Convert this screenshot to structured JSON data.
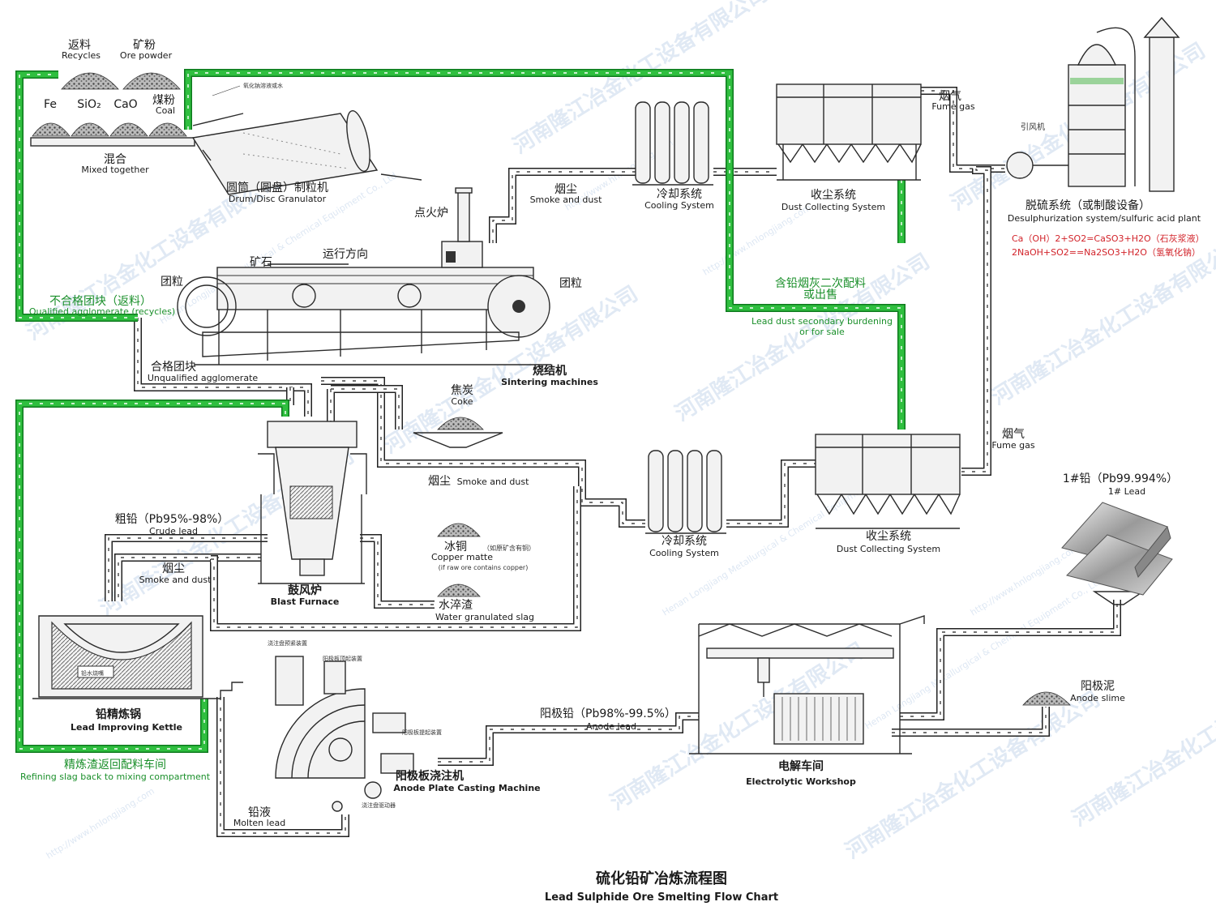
{
  "title": {
    "cn": "硫化铅矿冶炼流程图",
    "en": "Lead Sulphide Ore Smelting Flow Chart"
  },
  "labels": {
    "recycles": {
      "cn": "返料",
      "en": "Recycles"
    },
    "ore_powder": {
      "cn": "矿粉",
      "en": "Ore powder"
    },
    "fe": "Fe",
    "sio2": "SiO₂",
    "cao": "CaO",
    "coal": {
      "cn": "煤粉",
      "en": "Coal"
    },
    "mixed": {
      "cn": "混合",
      "en": "Mixed together"
    },
    "granulator": {
      "cn": "圆筒（圆盘）制粒机",
      "en": "Drum/Disc Granulator"
    },
    "water_note": "氧化钠溶液或水",
    "smoke1": {
      "cn": "烟尘",
      "en": "Smoke and dust"
    },
    "ignition": "点火炉",
    "direction": "运行方向",
    "ore": "矿石",
    "pellet_left": "团粒",
    "pellet_right": "团粒",
    "sintering": {
      "cn": "烧结机",
      "en": "Sintering machines"
    },
    "unqualified_recycle": {
      "cn": "不合格团块（返料）",
      "en": "Qualified agglomerate (recycles)"
    },
    "qualified": {
      "cn": "合格团块",
      "en": "Unqualified agglomerate"
    },
    "cooling1": {
      "cn": "冷却系统",
      "en": "Cooling System"
    },
    "dust1": {
      "cn": "收尘系统",
      "en": "Dust Collecting System"
    },
    "fume1": {
      "cn": "烟气",
      "en": "Fume gas"
    },
    "fan": "引风机",
    "desulf": {
      "cn": "脱硫系统（或制酸设备）",
      "en": "Desulphurization system/sulfuric acid plant"
    },
    "eq1": "Ca（OH）2+SO2=CaSO3+H2O（石灰浆液）",
    "eq2": "2NaOH+SO2==Na2SO3+H2O（氢氧化钠）",
    "lead_dust": {
      "cn1": "含铅烟灰二次配料",
      "cn2": "或出售",
      "en1": "Lead dust secondary burdening",
      "en2": "or for sale"
    },
    "coke": {
      "cn": "焦炭",
      "en": "Coke"
    },
    "smoke2": {
      "cn": "烟尘",
      "en": "Smoke and dust"
    },
    "cooling2": {
      "cn": "冷却系统",
      "en": "Cooling System"
    },
    "dust2": {
      "cn": "收尘系统",
      "en": "Dust Collecting System"
    },
    "fume2": {
      "cn": "烟气",
      "en": "Fume gas"
    },
    "crude": {
      "cn": "粗铅（Pb95%-98%）",
      "en": "Crude lead"
    },
    "smoke3": {
      "cn": "烟尘",
      "en": "Smoke and dust"
    },
    "blast": {
      "cn": "鼓风炉",
      "en": "Blast Furnace"
    },
    "matte": {
      "cn": "冰铜",
      "cn_note": "（如原矿含有铜）",
      "en": "Copper matte",
      "en_note": "(if raw ore contains copper)"
    },
    "slag": {
      "cn": "水淬渣",
      "en": "Water granulated slag"
    },
    "kettle": {
      "cn": "铅精炼锅",
      "en": "Lead Improving Kettle",
      "inner": "铅水烧嘴"
    },
    "refining": {
      "cn": "精炼渣返回配料车间",
      "en": "Refining slag back to mixing compartment"
    },
    "molten": {
      "cn": "铅液",
      "en": "Molten lead"
    },
    "caster": {
      "cn": "阳极板浇注机",
      "en": "Anode Plate Casting Machine"
    },
    "caster_n1": "浇注盘预紧装置",
    "caster_n2": "阳极板顶起装置",
    "caster_n3": "阳极板提起装置",
    "caster_n4": "浇注盘驱动器",
    "anode_lead": {
      "cn": "阳极铅（Pb98%-99.5%）",
      "en": "Anode lead"
    },
    "electro": {
      "cn": "电解车间",
      "en": "Electrolytic Workshop"
    },
    "slime": {
      "cn": "阳极泥",
      "en": "Anode slime"
    },
    "lead1": {
      "cn": "1#铅（Pb99.994%）",
      "en": "1# Lead"
    }
  },
  "watermark": {
    "cn": "河南隆江冶金化工设备有限公司",
    "en": "Henan Longjiang Metallurgical & Chemical Equipment Co., Ltd",
    "url": "http://www.hnlongjiang.com"
  },
  "colors": {
    "green_pipe": "#2fbf3f",
    "green_text": "#1a8f2a",
    "red_text": "#d2232a",
    "watermark": "#c8d8ec"
  }
}
